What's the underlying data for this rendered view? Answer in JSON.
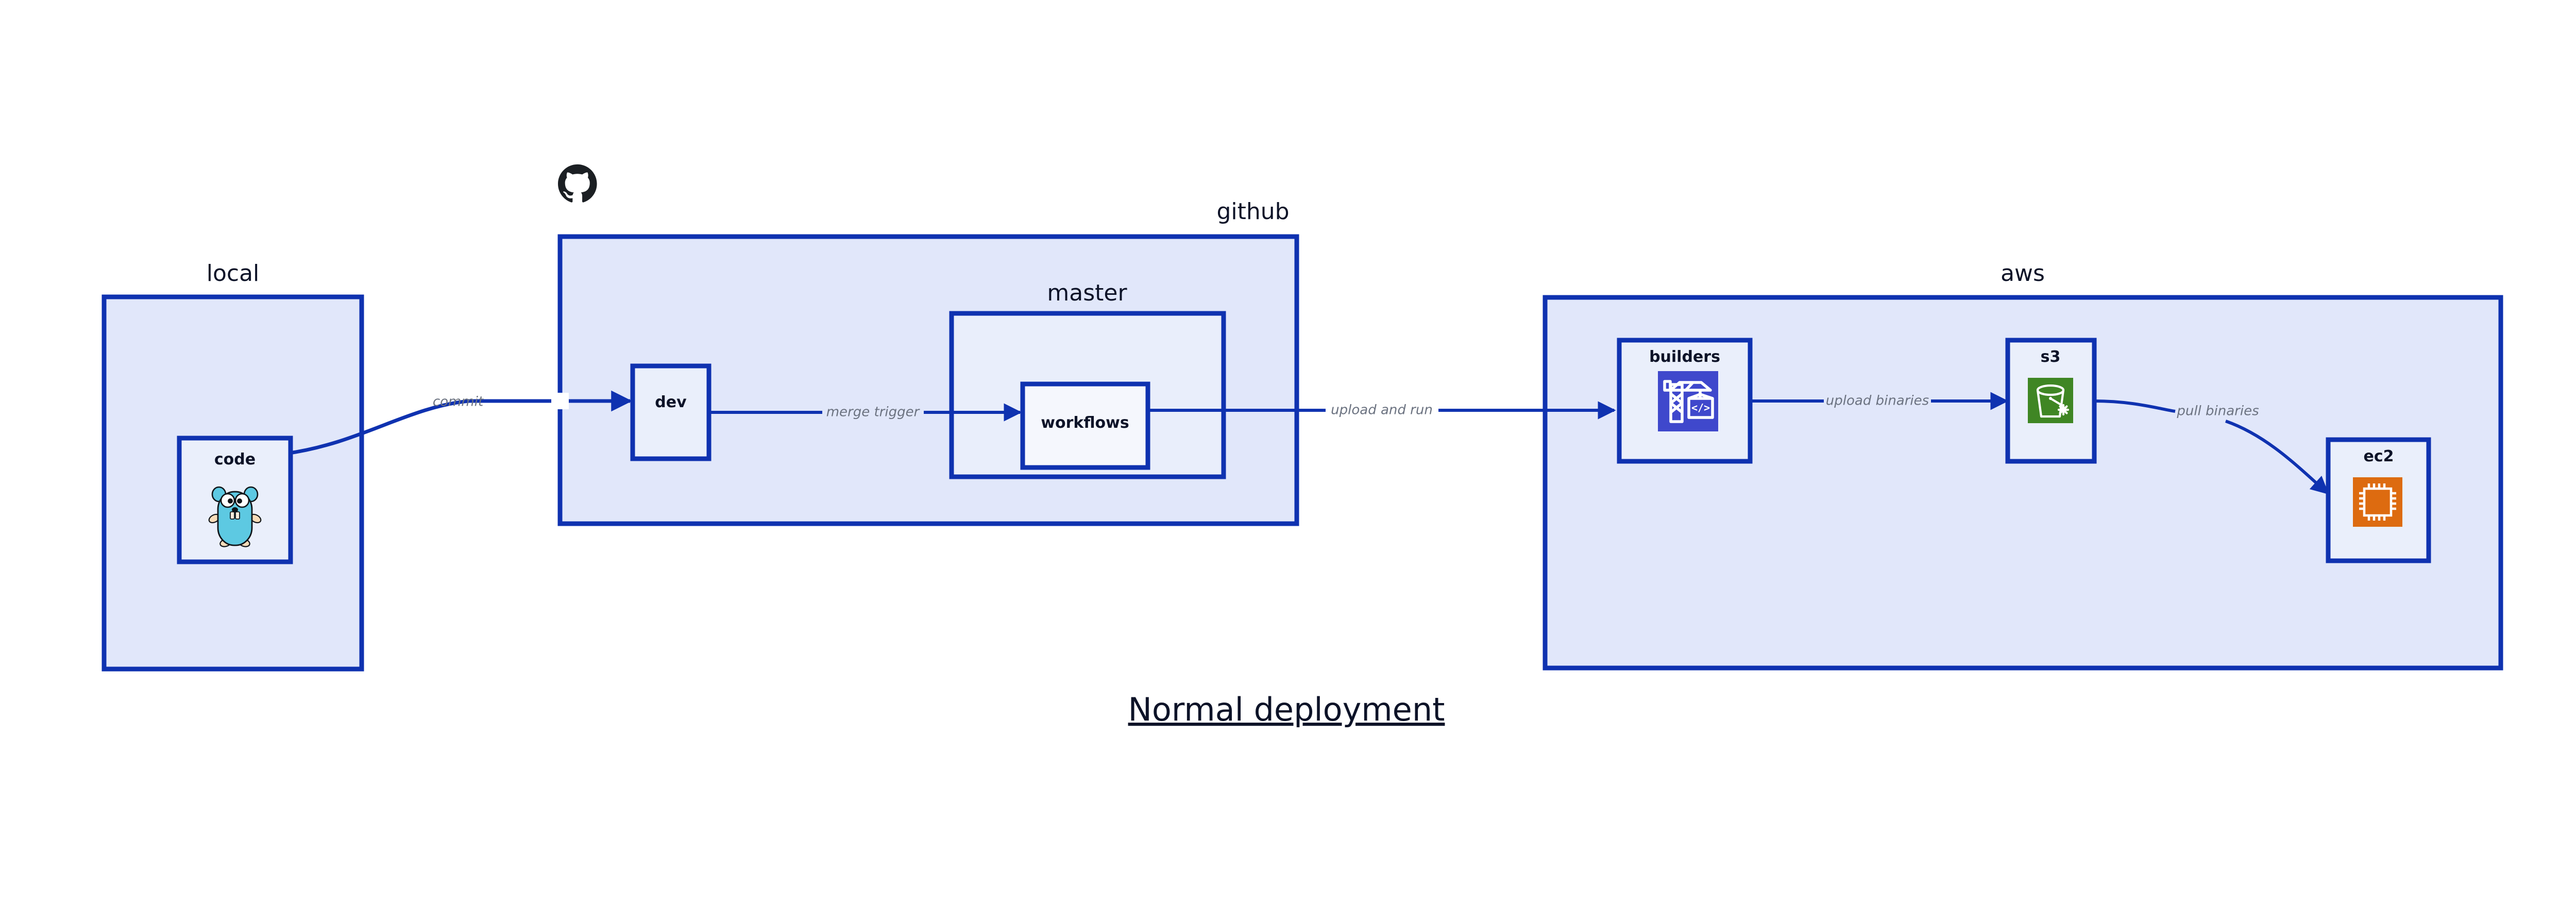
{
  "diagram": {
    "title": "Normal deployment",
    "colors": {
      "cluster_border": "#0f32b0",
      "cluster_fill": "#e1e7fa",
      "node_fill": "#eaeffb",
      "inner_node_fill": "#f5f7fd",
      "edge": "#0f32b0",
      "edge_label": "#6b7280",
      "text": "#0d1328",
      "codebuild_icon": "#3f48cc",
      "s3_icon": "#3f8624",
      "ec2_icon": "#dd6b10",
      "gopher_body": "#5dc9e2",
      "github_logo": "#1b1f23"
    },
    "clusters": [
      {
        "id": "local",
        "label": "local"
      },
      {
        "id": "github",
        "label": "github"
      },
      {
        "id": "master",
        "label": "master"
      },
      {
        "id": "aws",
        "label": "aws"
      }
    ],
    "nodes": [
      {
        "id": "code",
        "label": "code",
        "icon": "go-gopher-icon"
      },
      {
        "id": "dev",
        "label": "dev",
        "icon": null
      },
      {
        "id": "workflows",
        "label": "workflows",
        "icon": null
      },
      {
        "id": "builders",
        "label": "builders",
        "icon": "aws-codebuild-icon"
      },
      {
        "id": "s3",
        "label": "s3",
        "icon": "aws-s3-bucket-icon"
      },
      {
        "id": "ec2",
        "label": "ec2",
        "icon": "aws-ec2-chip-icon"
      }
    ],
    "edges": [
      {
        "id": "commit",
        "from": "code",
        "to": "dev",
        "label": "commit"
      },
      {
        "id": "merge-trigger",
        "from": "dev",
        "to": "workflows",
        "label": "merge trigger"
      },
      {
        "id": "upload-and-run",
        "from": "workflows",
        "to": "builders",
        "label": "upload and run"
      },
      {
        "id": "upload-binaries",
        "from": "builders",
        "to": "s3",
        "label": "upload binaries"
      },
      {
        "id": "pull-binaries",
        "from": "s3",
        "to": "ec2",
        "label": "pull binaries"
      }
    ],
    "logos": [
      {
        "id": "github-logo",
        "name": "github-octocat-logo"
      }
    ]
  }
}
